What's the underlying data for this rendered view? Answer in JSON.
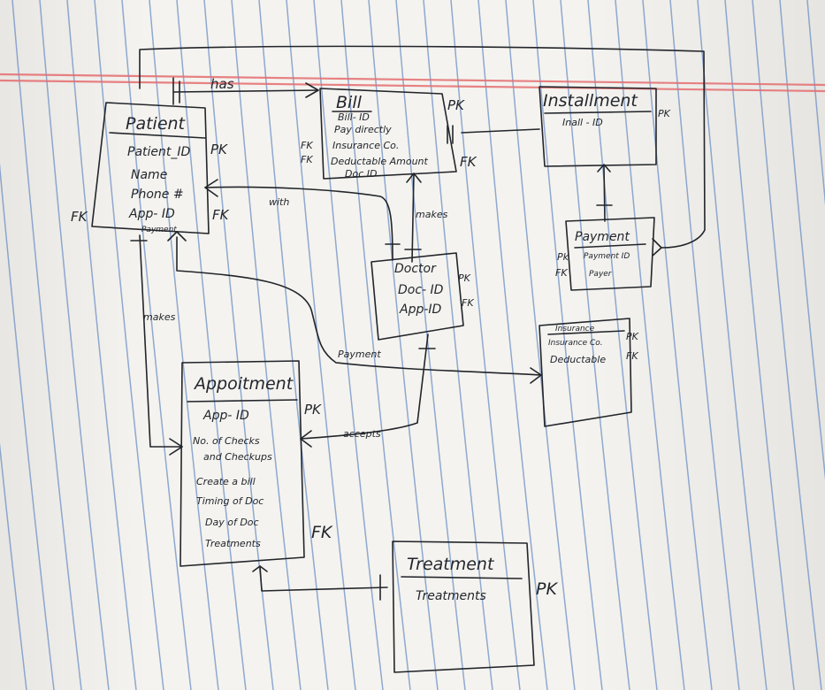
{
  "entities": {
    "patient": {
      "title": "Patient",
      "attributes": [
        "Patient_ID",
        "Name",
        "Phone #",
        "App- ID",
        "Payment"
      ],
      "pk_label": "PK",
      "fk_label_right": "FK",
      "fk_label_left": "FK"
    },
    "bill": {
      "title": "Bill",
      "attributes": [
        "Bill- ID",
        "Pay directly",
        "Insurance Co.",
        "Deductable Amount",
        "Doc ID"
      ],
      "pk_label": "PK",
      "fk_label_left_1": "FK",
      "fk_label_left_2": "FK",
      "fk_label_right": "FK"
    },
    "installment": {
      "title": "Installment",
      "attributes": [
        "Inall - ID"
      ],
      "pk_label": "PK"
    },
    "doctor": {
      "title": "Doctor",
      "attributes": [
        "Doc- ID",
        "App-ID"
      ],
      "pk_label": "PK",
      "fk_label": "FK"
    },
    "payment": {
      "title": "Payment",
      "attributes": [
        "Payment ID",
        "Payer"
      ],
      "pk_label": "Pk",
      "fk_label": "FK"
    },
    "insurance": {
      "title": "Insurance",
      "attributes": [
        "Insurance Co.",
        "Deductable"
      ],
      "pk_label": "PK",
      "fk_label": "FK"
    },
    "appointment": {
      "title": "Appoitment",
      "attributes": [
        "App- ID",
        "No. of Checks",
        "and Checkups",
        "Create a bill",
        "Timing of Doc",
        "Day of Doc",
        "Treatments"
      ],
      "pk_label": "PK",
      "fk_label": "FK"
    },
    "treatment": {
      "title": "Treatment",
      "attributes": [
        "Treatments"
      ],
      "pk_label": "PK"
    }
  },
  "relationships": {
    "has": "has",
    "with": "with",
    "makes_doctor": "makes",
    "makes_patient": "makes",
    "payment": "Payment",
    "accepts": "accepts"
  },
  "colors": {
    "ink": "#22252a",
    "paper": "#f4f3ef",
    "rule_blue": "#6c8fc4",
    "margin_red": "#e46c70"
  }
}
